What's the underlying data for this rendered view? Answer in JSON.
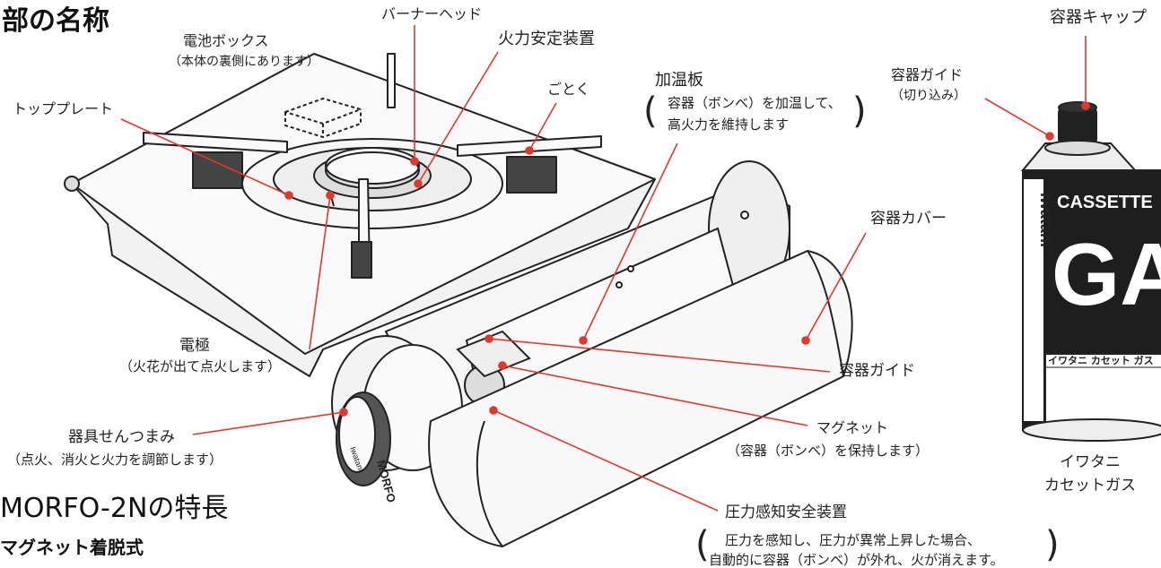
{
  "headings": {
    "section_title": "部の名称",
    "features_title": "MORFO-2Nの特長",
    "feature_1": "マグネット着脱式"
  },
  "parts": {
    "battery_box": {
      "label": "電池ボックス",
      "note": "（本体の裏側にあります）"
    },
    "burner_head": {
      "label": "バーナーヘッド"
    },
    "flame_stabilizer": {
      "label": "火力安定装置"
    },
    "trivet": {
      "label": "ごとく"
    },
    "top_plate": {
      "label": "トッププレート"
    },
    "heating_plate": {
      "label": "加温板",
      "note_line1": "容器（ボンベ）を加温して、",
      "note_line2": "高火力を維持します"
    },
    "canister_guide_cap": {
      "label": "容器ガイド",
      "note": "（切り込み）"
    },
    "container_cap": {
      "label": "容器キャップ"
    },
    "container_cover": {
      "label": "容器カバー"
    },
    "electrode": {
      "label": "電極",
      "note": "（火花が出て点火します）"
    },
    "container_guide": {
      "label": "容器ガイド"
    },
    "magnet": {
      "label": "マグネット",
      "note": "（容器（ボンベ）を保持します）"
    },
    "knob": {
      "label": "器具せんつまみ",
      "note": "（点火、消火と火力を調節します）"
    },
    "pressure_safety": {
      "label": "圧力感知安全装置",
      "note_line1": "圧力を感知し、圧力が異常上昇した場合、",
      "note_line2": "自動的に容器（ボンベ）が外れ、火が消えます。"
    }
  },
  "gas_can": {
    "brand_vertical": "Iwatani",
    "cassette": "CASSETTE",
    "gas": "GAS",
    "small_label": "イワタニ カセット ガス",
    "caption_line1": "イワタニ",
    "caption_line2": "カセットガス"
  },
  "stove_knob_brand": "Iwatani",
  "stove_brand": "MORFO",
  "colors": {
    "leader": "#e0382c",
    "ink": "#222222",
    "can_body": "#1e1e1e",
    "can_band": "#ffffff"
  }
}
